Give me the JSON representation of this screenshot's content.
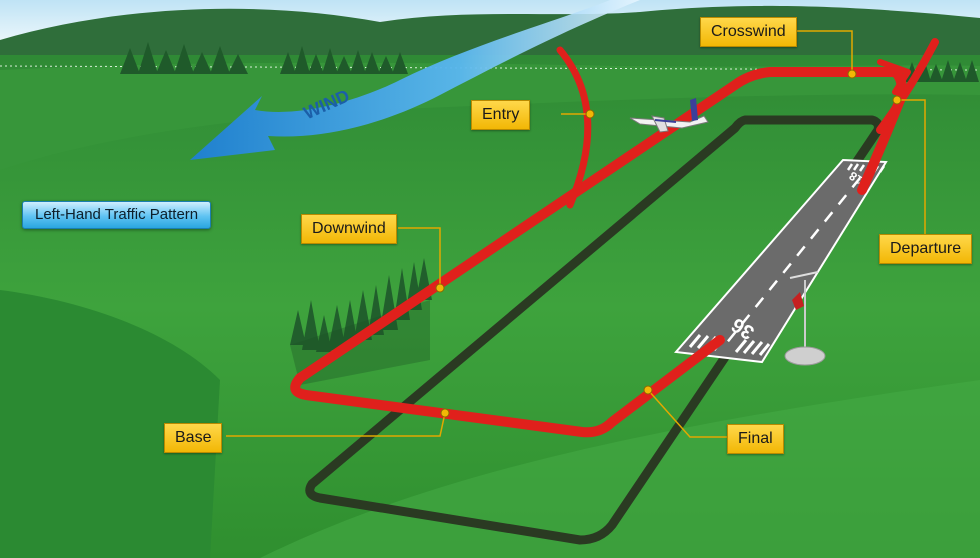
{
  "title": "Left-Hand Traffic Pattern",
  "wind_label": "WIND",
  "runway": {
    "near_number": "36",
    "far_number": "18"
  },
  "legs": {
    "crosswind": "Crosswind",
    "entry": "Entry",
    "downwind": "Downwind",
    "departure": "Departure",
    "base": "Base",
    "final": "Final"
  },
  "colors": {
    "pattern_path": "#e0201c",
    "ground_track": "#2a3a22",
    "runway": "#6b6b6b",
    "callout": "#f2b705",
    "wind_arrow": "#2c8fe0"
  }
}
